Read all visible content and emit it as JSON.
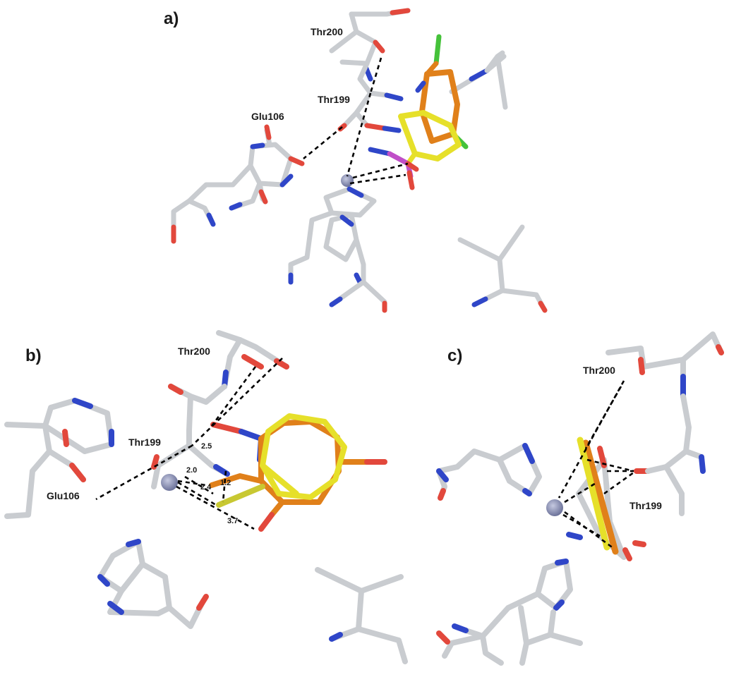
{
  "figure": {
    "panels": [
      {
        "id": "a",
        "label": "a)",
        "residue_labels": [
          "Thr200",
          "Thr199",
          "Glu106"
        ]
      },
      {
        "id": "b",
        "label": "b)",
        "residue_labels": [
          "Thr200",
          "Thr199",
          "Glu106"
        ],
        "distance_labels": [
          "2.5",
          "2.0",
          "1.2",
          "2.4",
          "3.7"
        ]
      },
      {
        "id": "c",
        "label": "c)",
        "residue_labels": [
          "Thr200",
          "Thr199"
        ]
      }
    ]
  },
  "colors": {
    "carbon": "#c9ccd0",
    "nitrogen": "#2f46c8",
    "oxygen": "#e2483c",
    "ligand_orange": "#e0801a",
    "ligand_yellow": "#e6e02a",
    "chlorine": "#45c23a",
    "sulfur_phosphorus": "#c04fc8",
    "zinc": "#7f86ad",
    "hbond": "#000000"
  }
}
